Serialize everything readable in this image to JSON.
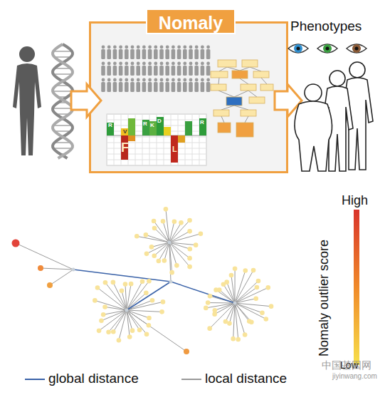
{
  "diagram": {
    "nodes": [
      {
        "text": [
          "Nomaly"
        ]
      }
    ],
    "labels": [
      "Phenotypes",
      "R",
      "V",
      "R",
      "K",
      "D",
      "R",
      "F",
      "L",
      "High",
      "Nomaly outlier score",
      "Low",
      "中国基因网",
      "jiyinwang.com"
    ],
    "legend": [
      {
        "text": "global distance"
      },
      {
        "text": "local distance"
      }
    ]
  }
}
